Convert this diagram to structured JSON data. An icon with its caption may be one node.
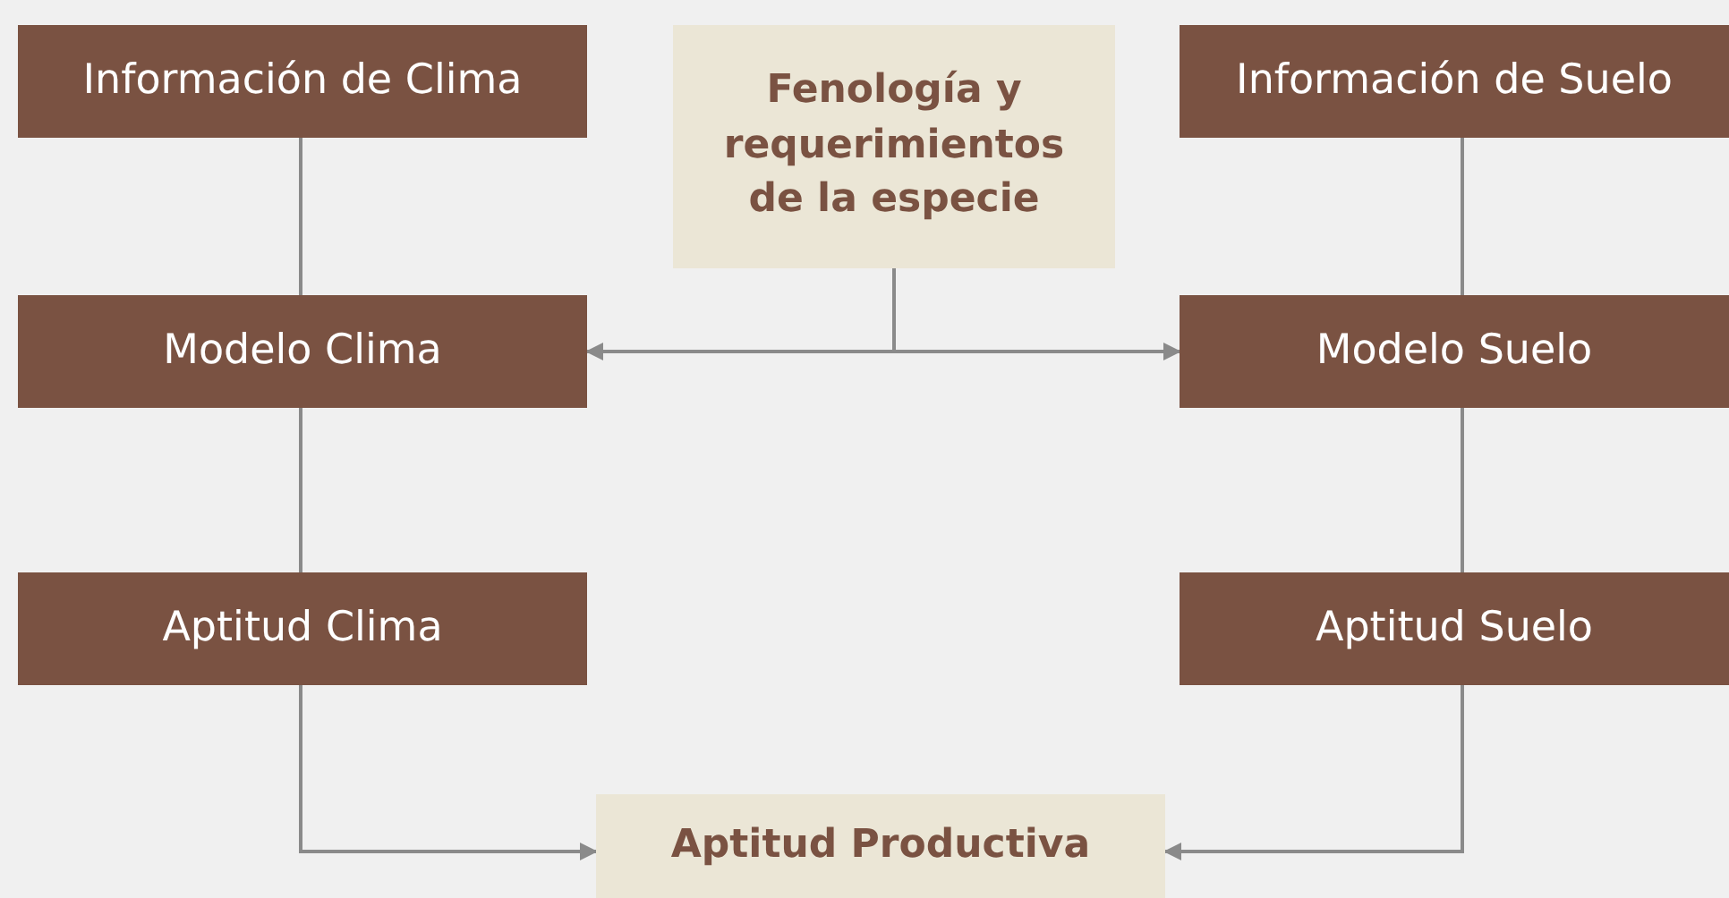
{
  "diagram": {
    "nodes": [
      {
        "text": [
          "Información de Clima"
        ]
      },
      {
        "text": [
          "Fenología y requerimientos de la especie"
        ]
      },
      {
        "text": [
          "Información de Suelo"
        ]
      },
      {
        "text": [
          "Modelo Clima"
        ]
      },
      {
        "text": [
          "Modelo Suelo"
        ]
      },
      {
        "text": [
          "Aptitud Clima"
        ]
      },
      {
        "text": [
          "Aptitud Suelo"
        ]
      },
      {
        "text": [
          "Aptitud Productiva"
        ]
      }
    ],
    "edges": [
      {
        "from": 0,
        "to": 3,
        "arrow": "none"
      },
      {
        "from": 3,
        "to": 5,
        "arrow": "none"
      },
      {
        "from": 2,
        "to": 4,
        "arrow": "none"
      },
      {
        "from": 4,
        "to": 6,
        "arrow": "none"
      },
      {
        "from": 1,
        "to": 3,
        "arrow": "to"
      },
      {
        "from": 1,
        "to": 4,
        "arrow": "to"
      },
      {
        "from": 5,
        "to": 7,
        "arrow": "to"
      },
      {
        "from": 6,
        "to": 7,
        "arrow": "to"
      }
    ]
  }
}
